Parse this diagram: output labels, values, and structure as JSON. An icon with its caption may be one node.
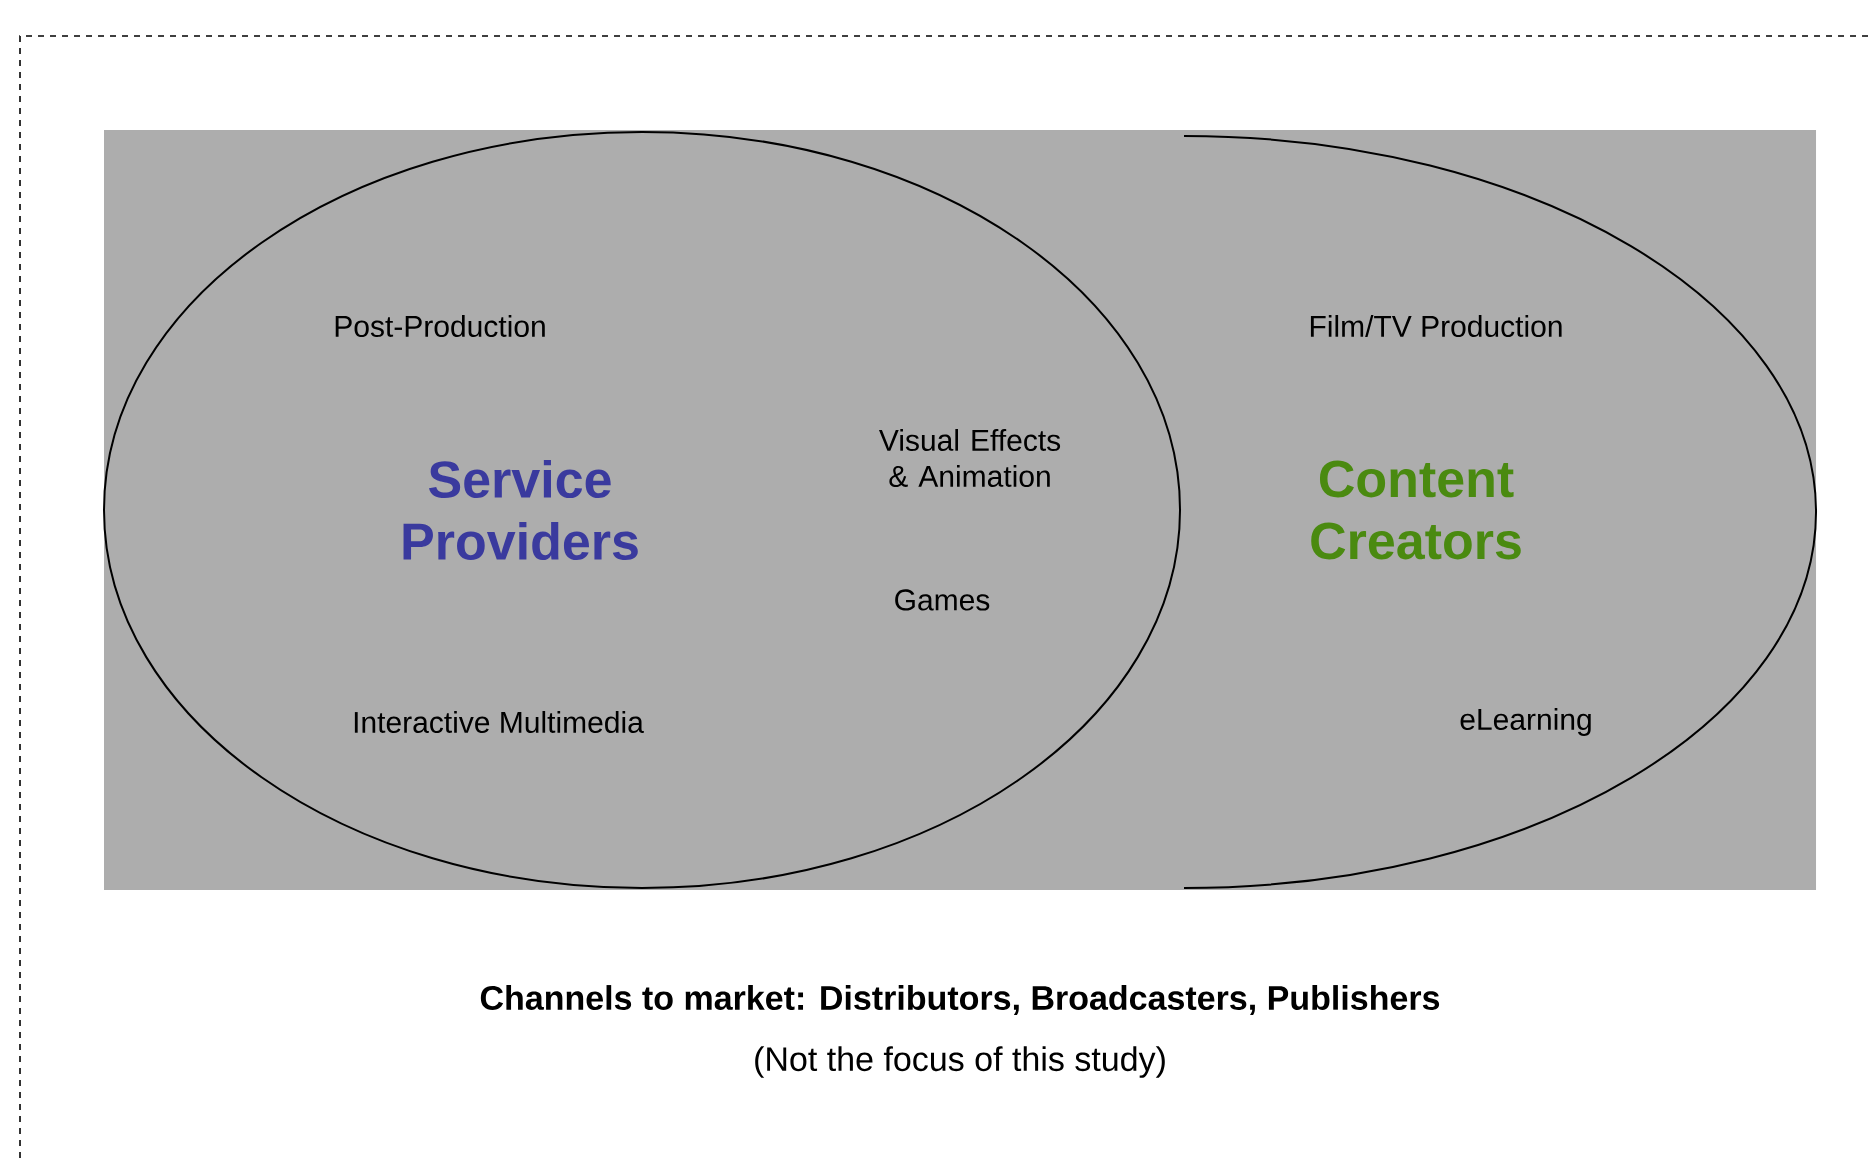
{
  "diagram": {
    "nodes": [
      {
        "text": [
          "Service Providers"
        ]
      },
      {
        "text": [
          "Content Creators"
        ]
      }
    ],
    "edges": [],
    "labels": [
      "Post-Production",
      "Film/TV Production",
      "Visual Effects & Animation",
      "Games",
      "Interactive Multimedia",
      "eLearning",
      "Channels to market: Distributors, Broadcasters, Publishers",
      "(Not the focus of this study)"
    ]
  }
}
